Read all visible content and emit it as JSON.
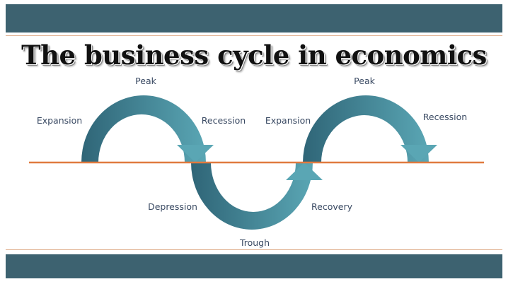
{
  "title": "The business cycle in economics",
  "labels": {
    "peak_1": "Peak",
    "expansion_1": "Expansion",
    "recession_1": "Recession",
    "expansion_2": "Expansion",
    "peak_2": "Peak",
    "recession_2": "Recession",
    "depression": "Depression",
    "recovery": "Recovery",
    "trough": "Trough"
  },
  "colors": {
    "band": "#3d6270",
    "baseline": "#e07a3f",
    "arrow_dark": "#2f6577",
    "arrow_light": "#5aa6b4",
    "label_text": "#3a4a63"
  }
}
